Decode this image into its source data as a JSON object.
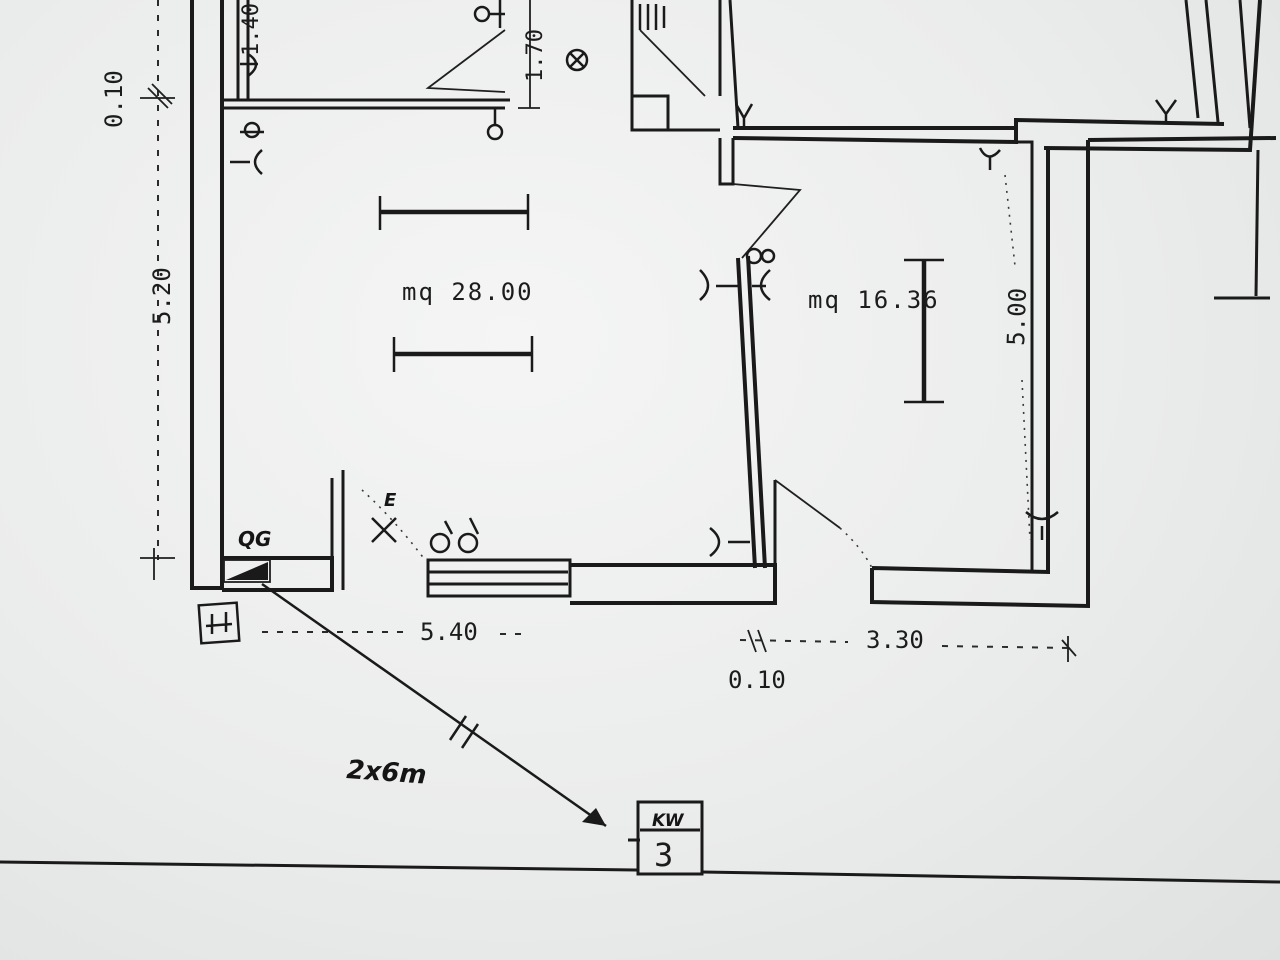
{
  "rooms": [
    {
      "label": "mq 28.00"
    },
    {
      "label": "mq 16.36"
    }
  ],
  "dimensions": {
    "left_top": "0.10",
    "left_height": "5.20",
    "top_small": "1.40",
    "top_mid": "1.70",
    "bottom_left": "5.40",
    "bottom_right": "3.30",
    "wall_gap": "0.10",
    "right_height": "5.00"
  },
  "labels": {
    "panel": "QG",
    "switch": "E",
    "cable": "2x6m",
    "meter_top": "KW",
    "meter_bottom": "3"
  },
  "icons": {
    "ground": "ground-plate-icon",
    "outlet": "outlet-symbol-icon",
    "switch": "switch-symbol-icon",
    "ceiling_light": "ceiling-light-icon",
    "fluorescent": "fluorescent-lamp-icon",
    "tv": "antenna-socket-icon"
  },
  "colors": {
    "ink": "#1a1a1a",
    "paper": "#ebecec"
  }
}
